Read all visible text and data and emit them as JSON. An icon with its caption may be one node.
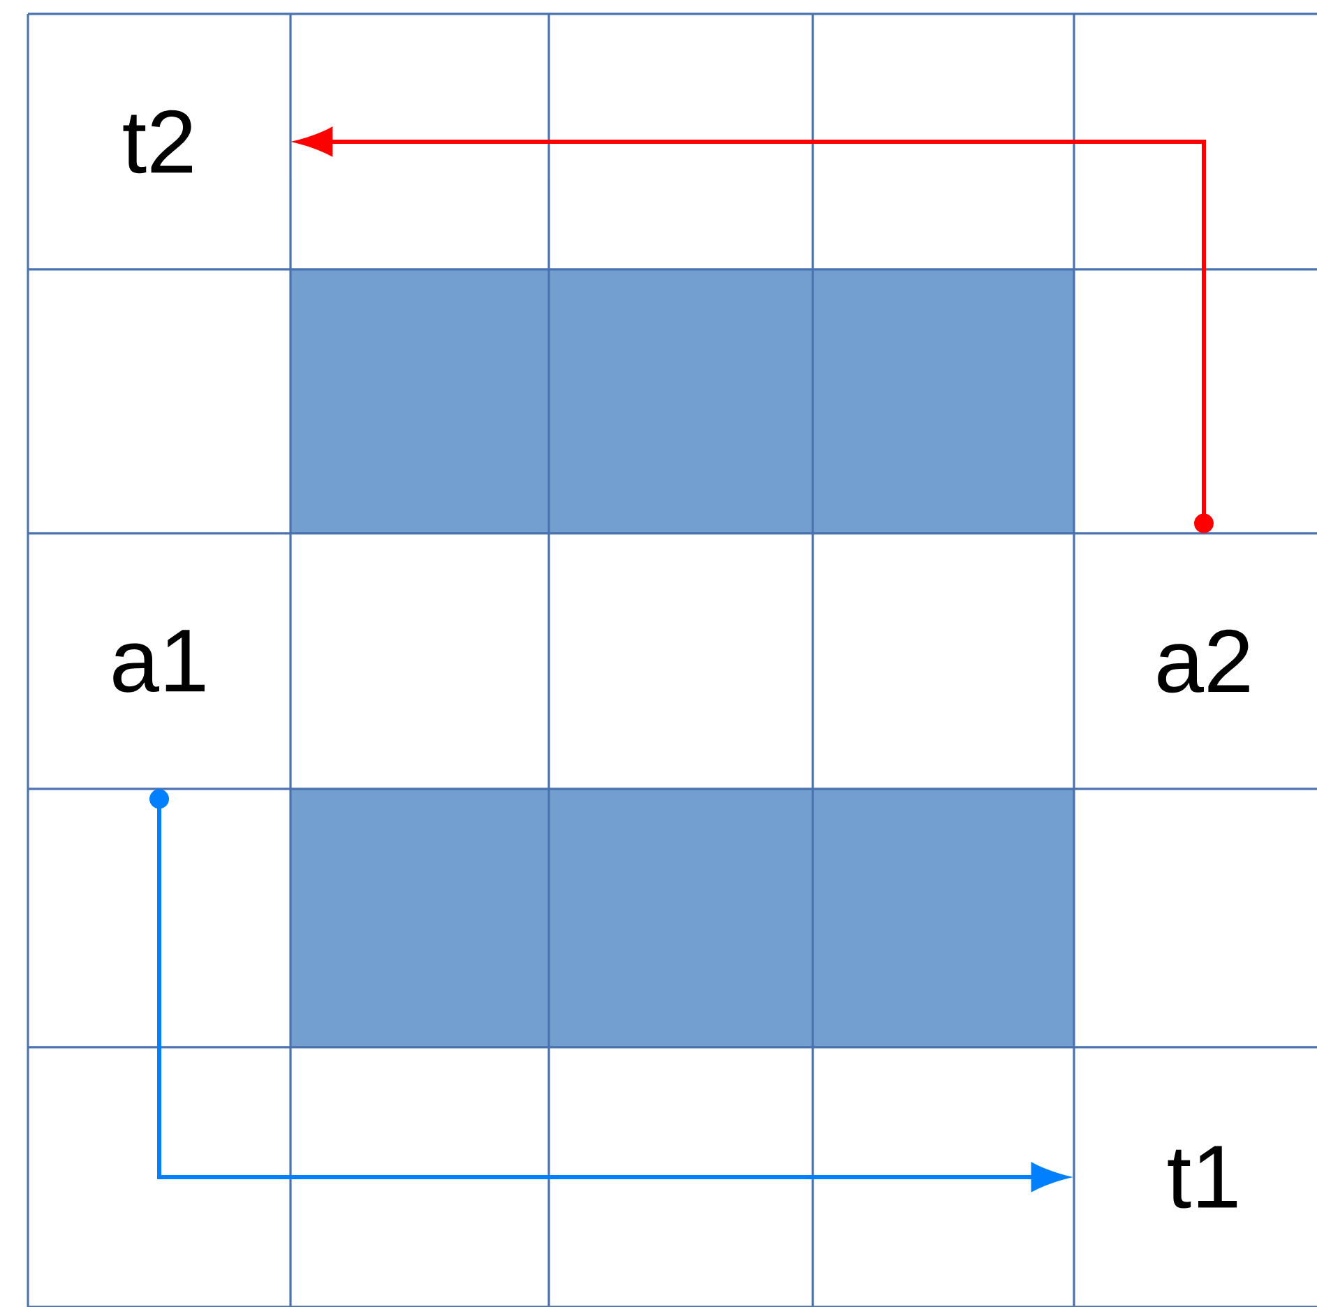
{
  "diagram": {
    "nodes": [
      {
        "text": [
          "t2"
        ]
      },
      {
        "text": [
          "a1"
        ]
      },
      {
        "text": [
          "a2"
        ]
      },
      {
        "text": [
          "t1"
        ]
      }
    ],
    "edges": [
      {
        "from": 2,
        "to": 0,
        "arrow": "to",
        "color": "#ff0000"
      },
      {
        "from": 1,
        "to": 3,
        "arrow": "to",
        "color": "#0080ff"
      }
    ]
  }
}
